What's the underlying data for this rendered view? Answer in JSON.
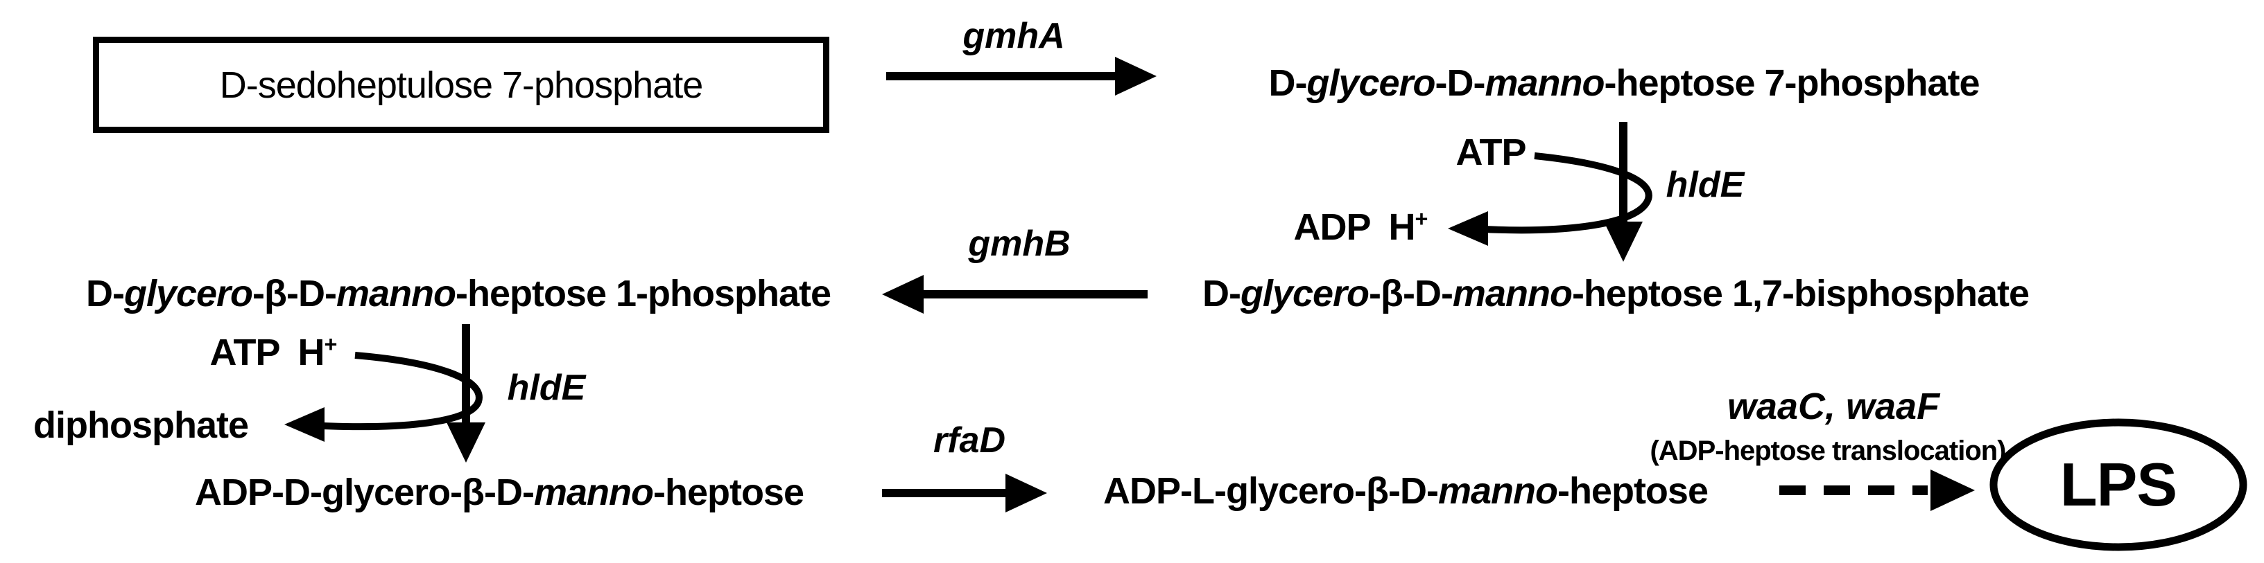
{
  "colors": {
    "ink": "#000000",
    "background": "#ffffff"
  },
  "compounds": {
    "sedoheptulose7p": {
      "text": "D-sedoheptulose 7-phosphate"
    },
    "heptose7p": {
      "segments": [
        {
          "t": "D-"
        },
        {
          "t": "glycero",
          "i": true
        },
        {
          "t": "-D-"
        },
        {
          "t": "manno",
          "i": true
        },
        {
          "t": "-heptose 7-phosphate"
        }
      ]
    },
    "bisphosphate": {
      "segments": [
        {
          "t": "D-"
        },
        {
          "t": "glycero",
          "i": true
        },
        {
          "t": "-β-D-"
        },
        {
          "t": "manno",
          "i": true
        },
        {
          "t": "-heptose 1,7-bisphosphate"
        }
      ]
    },
    "phosphate1": {
      "segments": [
        {
          "t": "D-"
        },
        {
          "t": "glycero",
          "i": true
        },
        {
          "t": "-β-D-"
        },
        {
          "t": "manno",
          "i": true
        },
        {
          "t": "-heptose 1-phosphate"
        }
      ]
    },
    "adp_d_heptose": {
      "segments": [
        {
          "t": "ADP-D-glycero-β-D-"
        },
        {
          "t": "manno",
          "i": true
        },
        {
          "t": "-heptose"
        }
      ]
    },
    "adp_l_heptose": {
      "segments": [
        {
          "t": "ADP-L-glycero-β-D-"
        },
        {
          "t": "manno",
          "i": true
        },
        {
          "t": "-heptose"
        }
      ]
    },
    "lps": {
      "text": "LPS"
    }
  },
  "enzymes": {
    "gmhA": "gmhA",
    "hldE_top": "hldE",
    "gmhB": "gmhB",
    "hldE_left": "hldE",
    "rfaD": "rfaD",
    "waaCF": "waaC, waaF"
  },
  "cofactors": {
    "atp_top": {
      "text": "ATP"
    },
    "adp_h_top": {
      "segments": [
        {
          "t": "ADP H"
        },
        {
          "t": "+",
          "sup": true
        }
      ]
    },
    "atp_h_left": {
      "segments": [
        {
          "t": "ATP H"
        },
        {
          "t": "+",
          "sup": true
        }
      ]
    },
    "diphosphate": {
      "text": "diphosphate"
    }
  },
  "annotations": {
    "translocation": "(ADP-heptose translocation)"
  }
}
